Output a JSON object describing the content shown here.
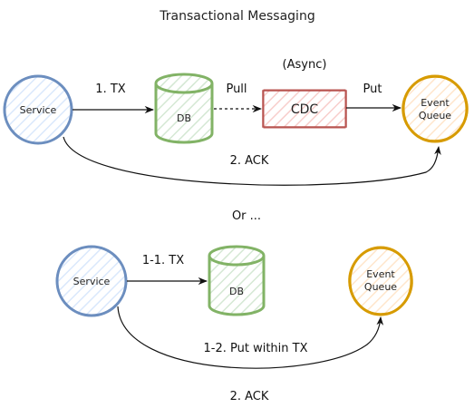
{
  "title": "Transactional Messaging",
  "pattern1": {
    "service": "Service",
    "db": "DB",
    "cdc": "CDC",
    "queue_line1": "Event",
    "queue_line2": "Queue",
    "tx_label": "1. TX",
    "pull_label": "Pull",
    "async_label": "(Async)",
    "put_label": "Put",
    "ack_label": "2. ACK"
  },
  "separator": "Or ...",
  "pattern2": {
    "service": "Service",
    "db": "DB",
    "queue_line1": "Event",
    "queue_line2": "Queue",
    "tx_label": "1-1. TX",
    "put_label": "1-2. Put within TX",
    "ack_label": "2. ACK"
  },
  "colors": {
    "service": "#6c8ebf",
    "service_fill": "#dae8fc",
    "db": "#82b366",
    "db_fill": "#d5e8d4",
    "cdc": "#b85450",
    "cdc_fill": "#f8cecc",
    "queue": "#d79b00",
    "queue_fill": "#ffe6cc"
  }
}
